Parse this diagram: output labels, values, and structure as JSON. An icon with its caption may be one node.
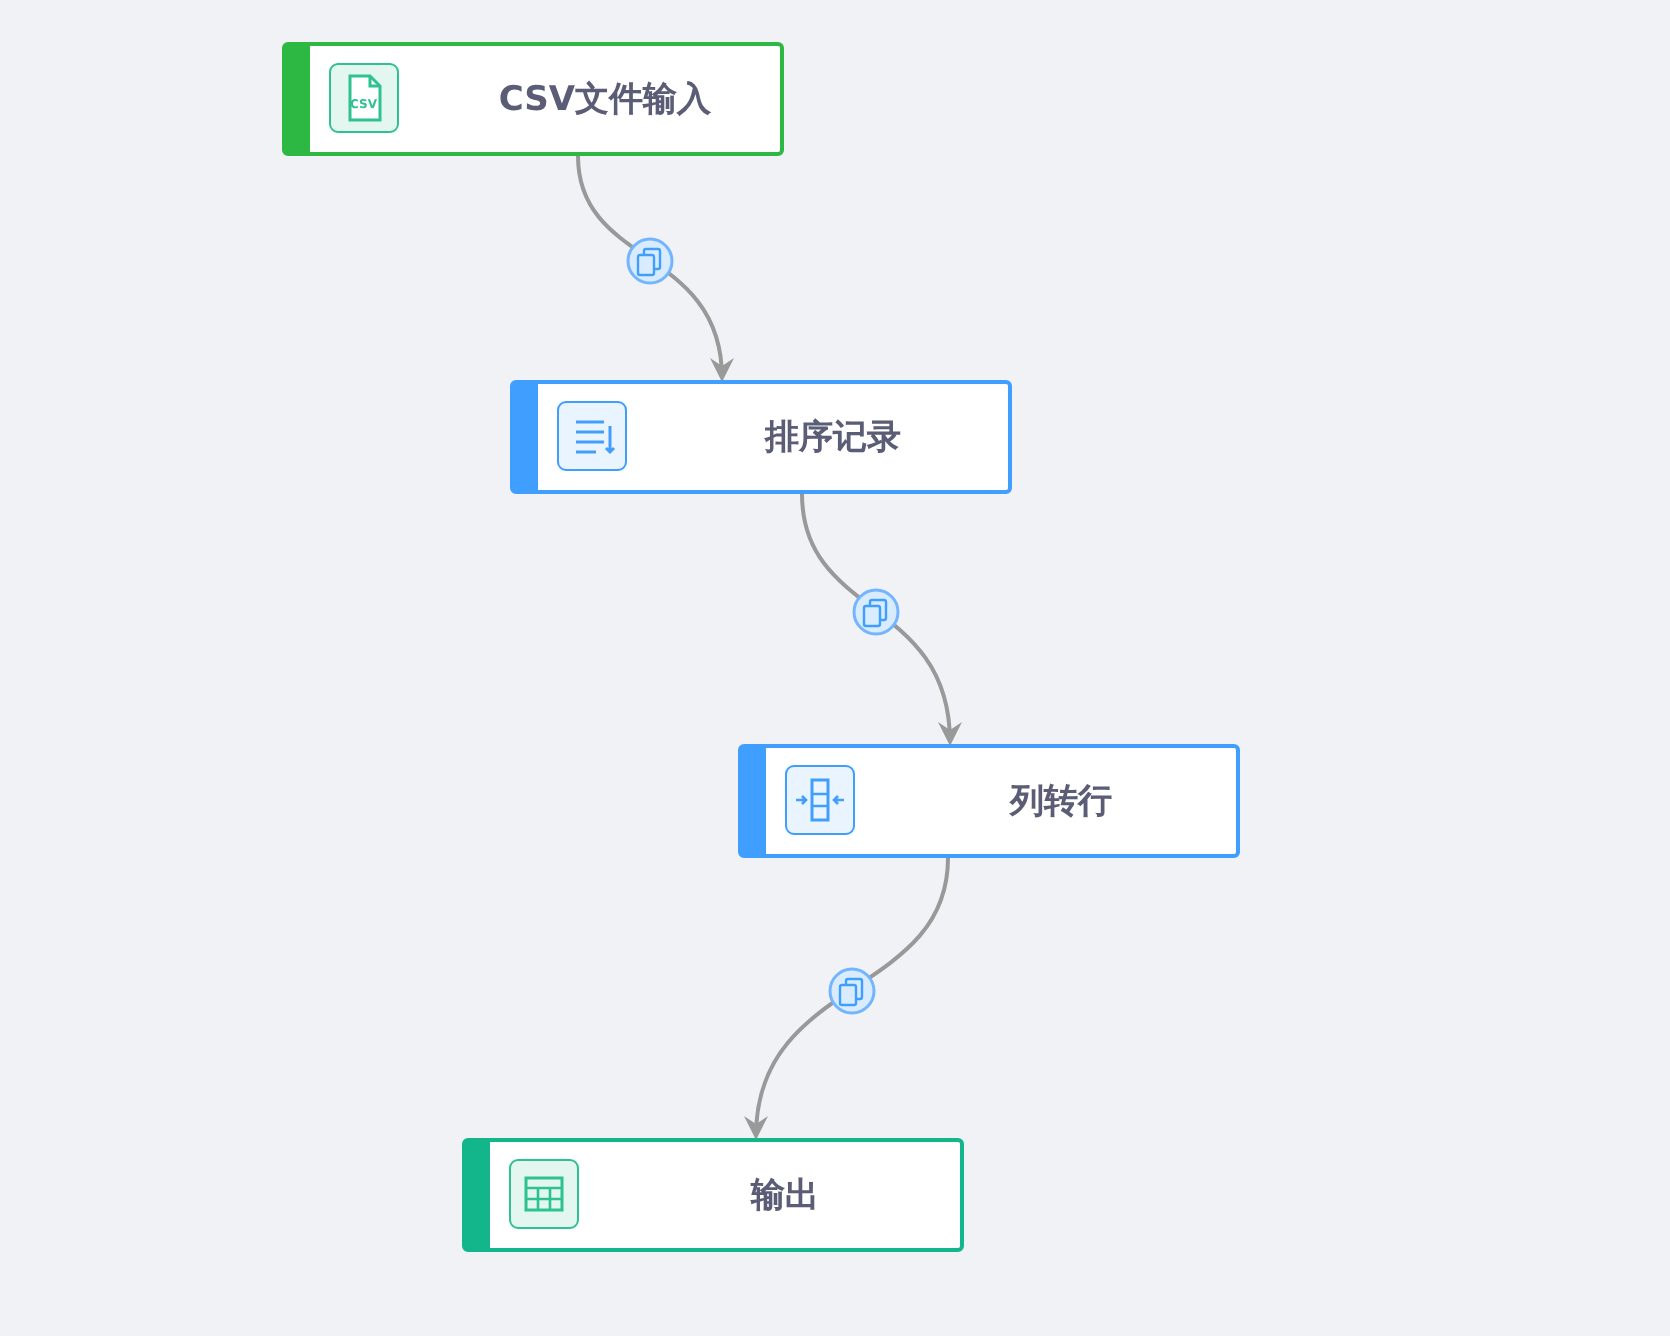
{
  "diagram": {
    "nodes": [
      {
        "text": [
          "CSV文件输入"
        ]
      },
      {
        "text": [
          "排序记录"
        ]
      },
      {
        "text": [
          "列转行"
        ]
      },
      {
        "text": [
          "输出"
        ]
      }
    ],
    "edges": [
      {
        "from": 0,
        "to": 1,
        "arrow": "to"
      },
      {
        "from": 1,
        "to": 2,
        "arrow": "to"
      },
      {
        "from": 2,
        "to": 3,
        "arrow": "to"
      }
    ],
    "labels": [
      "CSV"
    ]
  }
}
